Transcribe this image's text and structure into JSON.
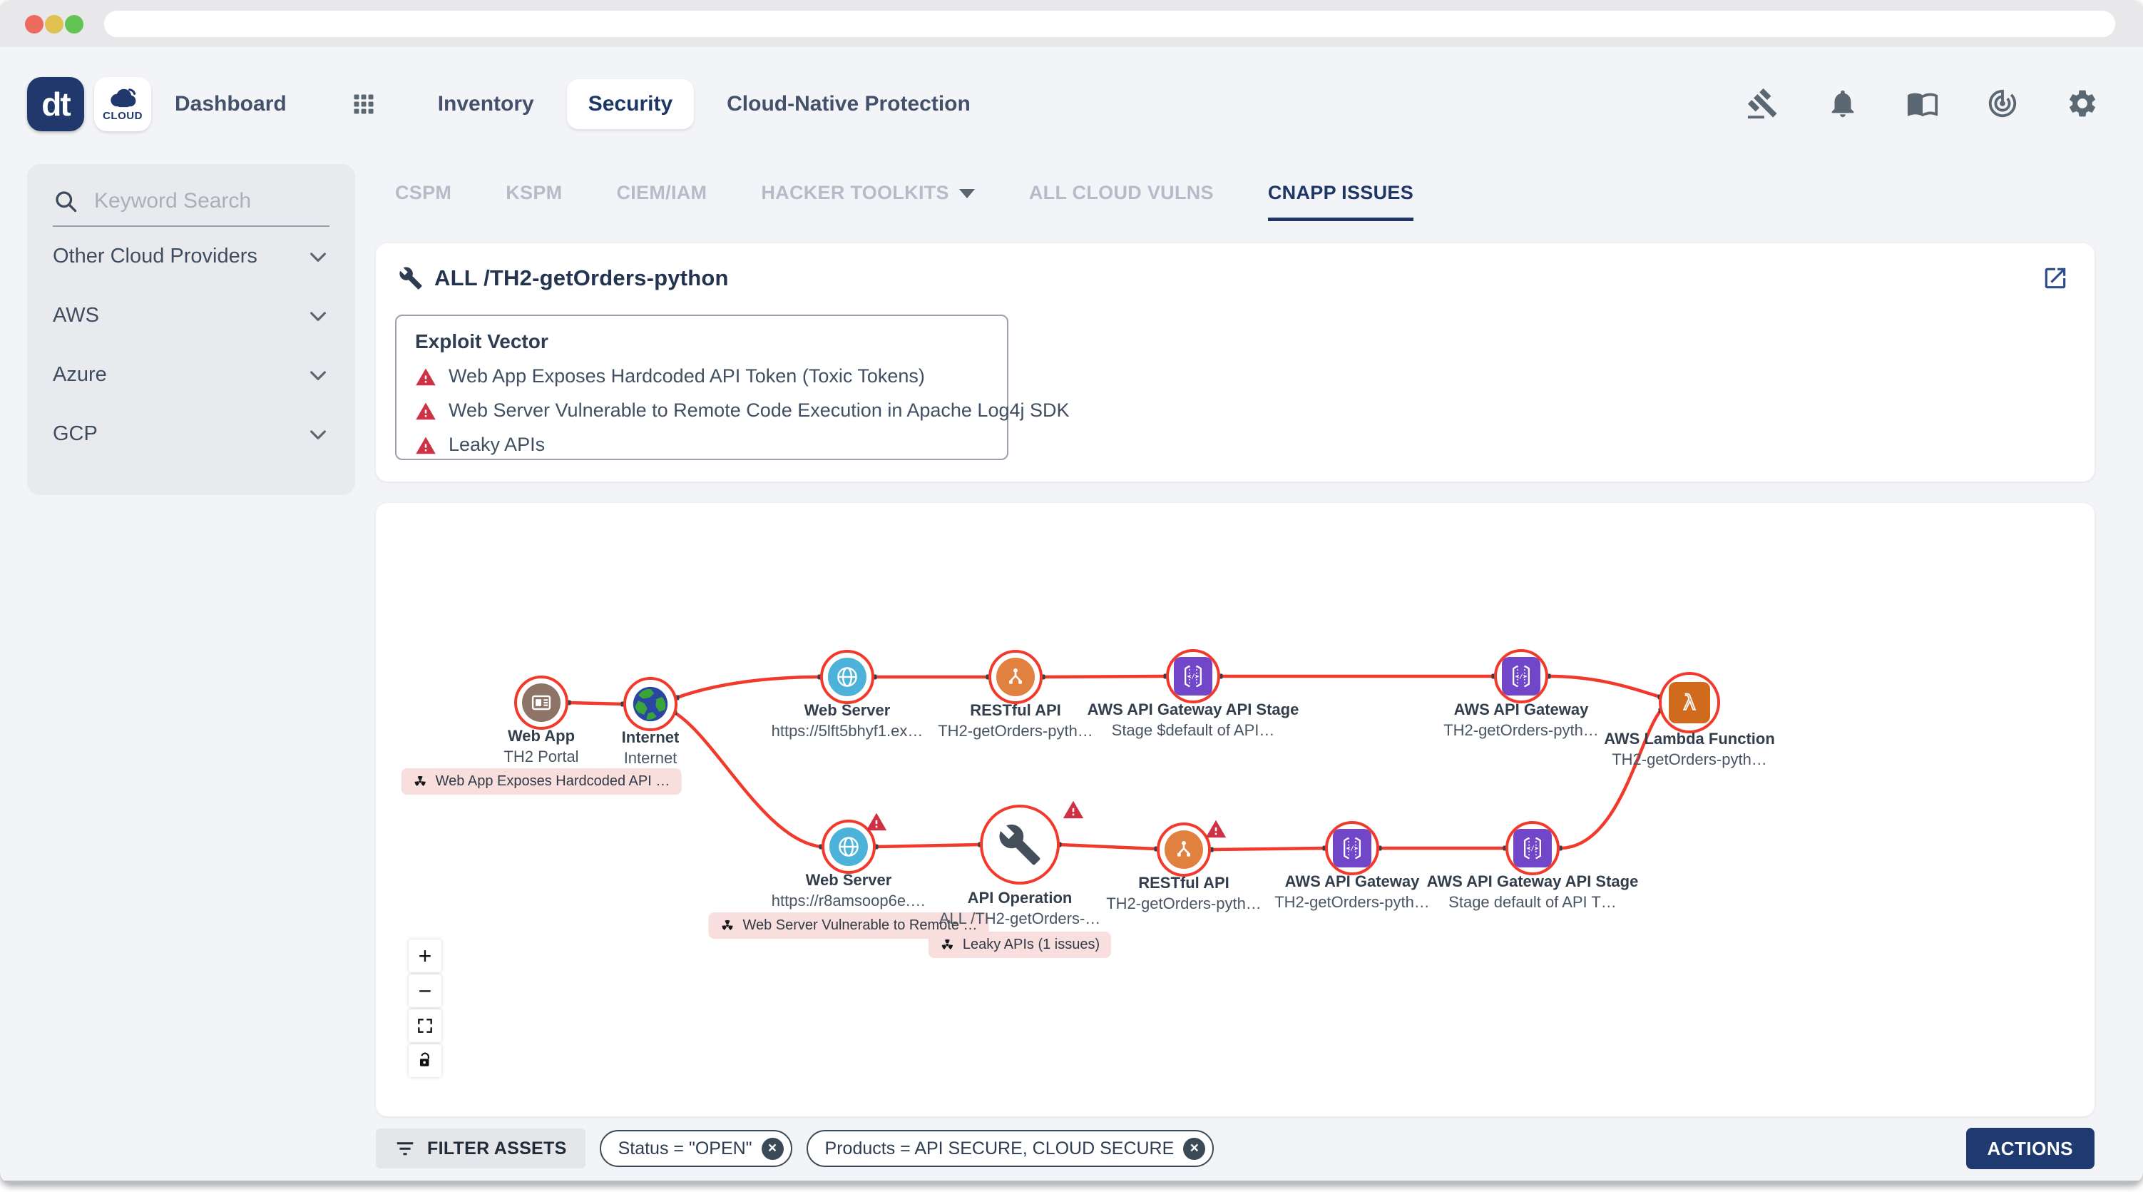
{
  "window": {
    "traffic_lights": [
      "#ed6a5f",
      "#e0c04e",
      "#62c454"
    ]
  },
  "header": {
    "logo_text": "dt",
    "cloud_badge_label": "CLOUD",
    "nav": [
      {
        "label": "Dashboard"
      },
      {
        "label": "Inventory"
      },
      {
        "label": "Security",
        "active": true
      },
      {
        "label": "Cloud-Native Protection"
      }
    ],
    "action_icons": [
      "gavel",
      "notifications",
      "documentation",
      "radar",
      "settings"
    ]
  },
  "sidebar": {
    "search_placeholder": "Keyword Search",
    "items": [
      {
        "label": "Other Cloud Providers"
      },
      {
        "label": "AWS"
      },
      {
        "label": "Azure"
      },
      {
        "label": "GCP"
      }
    ]
  },
  "tabs": [
    {
      "label": "CSPM"
    },
    {
      "label": "KSPM"
    },
    {
      "label": "CIEM/IAM"
    },
    {
      "label": "HACKER TOOLKITS",
      "has_dropdown": true
    },
    {
      "label": "ALL CLOUD VULNS"
    },
    {
      "label": "CNAPP ISSUES",
      "active": true
    }
  ],
  "issue": {
    "title": "ALL /TH2-getOrders-python",
    "exploit_vector": {
      "heading": "Exploit Vector",
      "items": [
        "Web App Exposes Hardcoded API Token (Toxic Tokens)",
        "Web Server Vulnerable to Remote Code Execution in Apache Log4j SDK",
        "Leaky APIs"
      ]
    }
  },
  "graph": {
    "nodes": [
      {
        "type": "Web App",
        "name": "TH2 Portal",
        "badge": "Web App Exposes Hardcoded API …"
      },
      {
        "type": "Internet",
        "name": "Internet"
      },
      {
        "type": "Web Server",
        "name": "https://5lft5bhyf1.ex…"
      },
      {
        "type": "RESTful API",
        "name": "TH2-getOrders-pyth…"
      },
      {
        "type": "AWS API Gateway API Stage",
        "name": "Stage $default of API…"
      },
      {
        "type": "AWS API Gateway",
        "name": "TH2-getOrders-pyth…"
      },
      {
        "type": "AWS Lambda Function",
        "name": "TH2-getOrders-pyth…"
      },
      {
        "type": "Web Server",
        "name": "https://r8amsoop6e.…",
        "badge": "Web Server Vulnerable to Remote …"
      },
      {
        "type": "API Operation",
        "name": "ALL /TH2-getOrders-…",
        "badge": "Leaky APIs (1 issues)"
      },
      {
        "type": "RESTful API",
        "name": "TH2-getOrders-pyth…"
      },
      {
        "type": "AWS API Gateway",
        "name": "TH2-getOrders-pyth…"
      },
      {
        "type": "AWS API Gateway API Stage",
        "name": "Stage default of API T…"
      }
    ],
    "zoom_controls": {
      "zoom_in": "+",
      "zoom_out": "−"
    }
  },
  "footer": {
    "filter_button": "FILTER ASSETS",
    "chips": [
      {
        "label": "Status = \"OPEN\""
      },
      {
        "label": "Products = API SECURE, CLOUD SECURE"
      }
    ],
    "actions_button": "ACTIONS"
  },
  "colors": {
    "navy": "#20386b",
    "edge_red": "#f23a2c",
    "warning_red": "#ce3143",
    "badge_pink": "#f8dedd",
    "node_blue": "#4cb2da",
    "node_orange": "#e08140",
    "node_purple": "#7146c8",
    "node_brown": "#8d7467",
    "lambda_orange": "#d06a1c"
  }
}
